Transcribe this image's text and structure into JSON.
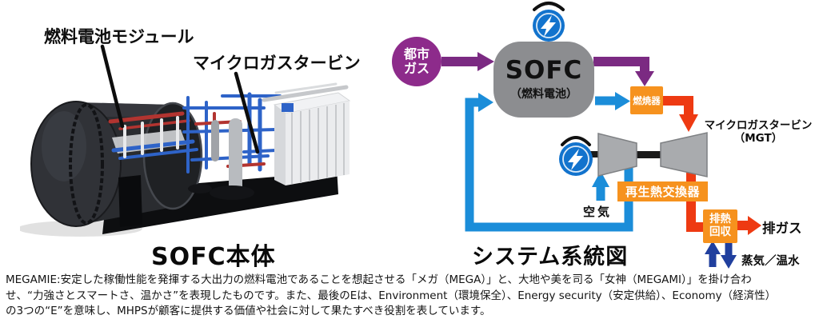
{
  "left_panel": {
    "label_fuel_cell_module": "燃料電池モジュール",
    "label_micro_gas_turbine": "マイクロガスタービン",
    "caption": "SOFC本体"
  },
  "diagram": {
    "caption": "システム系統図",
    "city_gas": {
      "line1": "都市",
      "line2": "ガス"
    },
    "sofc": {
      "title": "SOFC",
      "subtitle": "（燃料電池）"
    },
    "combustor_label": "燃焼器",
    "mgt_label": {
      "line1": "マイクロガスタービン",
      "line2": "（MGT）"
    },
    "regenerator_label": "再生熱交換器",
    "heat_recovery": {
      "line1": "排熱",
      "line2": "回収"
    },
    "exhaust_gas_label": "排ガス",
    "steam_hot_water_label": "蒸気／温水",
    "air_label": "空気",
    "icons": [
      "electricity-lightning-icon (above SOFC)",
      "electricity-lightning-icon (generator of MGT)"
    ]
  },
  "footer": {
    "lines": [
      "MEGAMIE:安定した稼働性能を発揮する大出力の燃料電池であることを想起させる「メガ（MEGA）」と、大地や美を司る「女神（MEGAMI）」を掛け合わ",
      "せ、“力強さとスマートさ、温かさ”を表現したものです。また、最後のEは、Environment（環境保全）、Energy security（安定供給）、Economy（経済性）",
      "の3つの“E”を意味し、MHPSが顧客に提供する価値や社会に対して果たすべき役割を表しています。"
    ]
  },
  "colors": {
    "purple_arrow": "#7b2a82",
    "city_gas_circle": "#8d2b8b",
    "blue_pipe": "#1b8dd9",
    "navy_arrow": "#203f9e",
    "orange_box": "#f6921e",
    "red_pipe": "#ee3a12",
    "sofc_gray": "#8c8d90",
    "generator_blue": "#1273cd",
    "turbine_gray": "#a9abae"
  }
}
